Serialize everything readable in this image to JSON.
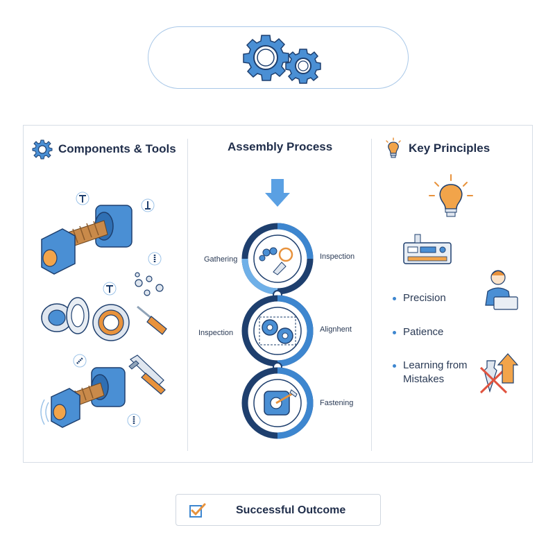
{
  "columns": {
    "components": {
      "title": "Components & Tools",
      "icon": "gear-icon"
    },
    "assembly": {
      "title": "Assembly Process",
      "steps": [
        {
          "left_label": "Gathering",
          "right_label": "Inspection",
          "icon": "parts-inspection-icon"
        },
        {
          "left_label": "Inspection",
          "right_label": "Alignhent",
          "icon": "gears-alignment-icon"
        },
        {
          "left_label": "",
          "right_label": "Fastening",
          "icon": "fastening-icon"
        }
      ]
    },
    "principles": {
      "title": "Key Principles",
      "icon": "lightbulb-icon",
      "items": [
        "Precision",
        "Patience",
        "Learning from Mistakes"
      ]
    }
  },
  "outcome": {
    "label": "Successful Outcome",
    "icon": "checkbox-icon"
  },
  "colors": {
    "primary_blue": "#3d86cf",
    "dark_navy": "#1e3f6e",
    "light_blue": "#6fb0e8",
    "orange": "#e8923c",
    "red": "#e0533f"
  }
}
